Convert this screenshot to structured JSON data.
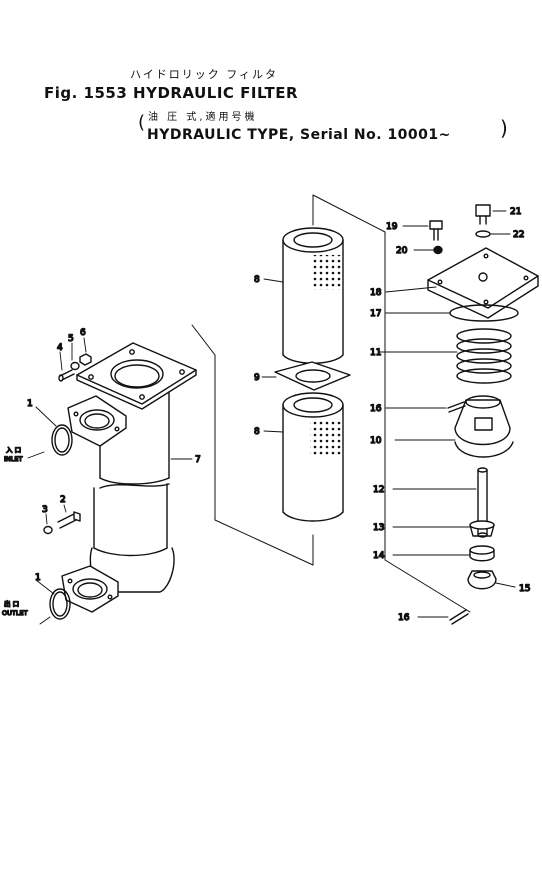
{
  "title": {
    "japanese": "ハイドロリック フィルタ",
    "figure_label": "Fig. 1553",
    "main": "HYDRAULIC FILTER"
  },
  "subtitle": {
    "japanese": "油 圧 式,適用号機",
    "open_paren": "(",
    "text": "HYDRAULIC TYPE, Serial No. 10001~",
    "close_paren": ")"
  },
  "ports": {
    "inlet_jp": "入 口",
    "inlet": "INLET",
    "outlet_jp": "出 口",
    "outlet": "OUTLET"
  },
  "callouts": {
    "c1a": "1",
    "c1b": "1",
    "c2": "2",
    "c3": "3",
    "c4": "4",
    "c5": "5",
    "c6": "6",
    "c7": "7",
    "c8a": "8",
    "c8b": "8",
    "c9": "9",
    "c10": "10",
    "c11": "11",
    "c12": "12",
    "c13": "13",
    "c14": "14",
    "c15": "15",
    "c16a": "16",
    "c16b": "16",
    "c17": "17",
    "c18": "18",
    "c19": "19",
    "c20": "20",
    "c21": "21",
    "c22": "22"
  }
}
